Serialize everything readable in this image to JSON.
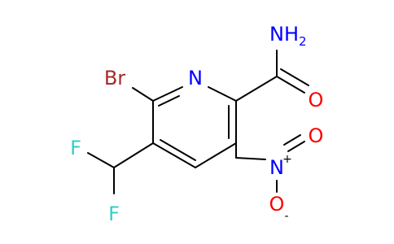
{
  "molecule": {
    "atoms": {
      "amide_nitrogen": {
        "symbol": "NH",
        "subscript": "2",
        "color": "#0000ff"
      },
      "amide_oxygen": {
        "symbol": "O",
        "color": "#ff0000"
      },
      "ring_nitrogen": {
        "symbol": "N",
        "color": "#0000ff"
      },
      "bromine": {
        "symbol": "Br",
        "color": "#a52a2a"
      },
      "fluorine_upper": {
        "symbol": "F",
        "color": "#33cccc"
      },
      "fluorine_lower": {
        "symbol": "F",
        "color": "#33cccc"
      },
      "nitro_nitrogen": {
        "symbol": "N",
        "charge": "+",
        "color": "#0000ff"
      },
      "nitro_oxygen_double": {
        "symbol": "O",
        "color": "#ff0000"
      },
      "nitro_oxygen_single": {
        "symbol": "O",
        "charge": "-",
        "color": "#ff0000"
      }
    },
    "bond_color": "#000000"
  }
}
